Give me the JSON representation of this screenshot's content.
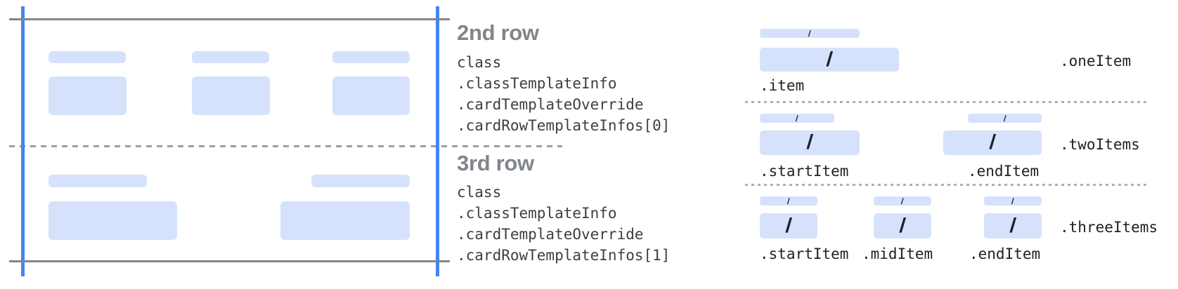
{
  "diagram": {
    "rows": [
      {
        "heading": "2nd row",
        "code_lines": [
          "class",
          ".classTemplateInfo",
          ".cardTemplateOverride",
          ".cardRowTemplateInfos[0]"
        ]
      },
      {
        "heading": "3rd row",
        "code_lines": [
          "class",
          ".classTemplateInfo",
          ".cardTemplateOverride",
          ".cardRowTemplateInfos[1]"
        ]
      }
    ],
    "item_templates": [
      {
        "name": ".oneItem",
        "labels": [
          ".item"
        ]
      },
      {
        "name": ".twoItems",
        "labels": [
          ".startItem",
          ".endItem"
        ]
      },
      {
        "name": ".threeItems",
        "labels": [
          ".startItem",
          ".midItem",
          ".endItem"
        ]
      }
    ]
  },
  "glyphs": {
    "slash": "/"
  },
  "colors": {
    "placeholder_blue": "#d6e2fb",
    "guide_blue": "#4285f4",
    "line_gray": "#80868b",
    "dash_gray": "#9aa0a6",
    "heading_gray": "#80868b",
    "code_text": "#3c4043",
    "slash_dark": "#202124"
  }
}
